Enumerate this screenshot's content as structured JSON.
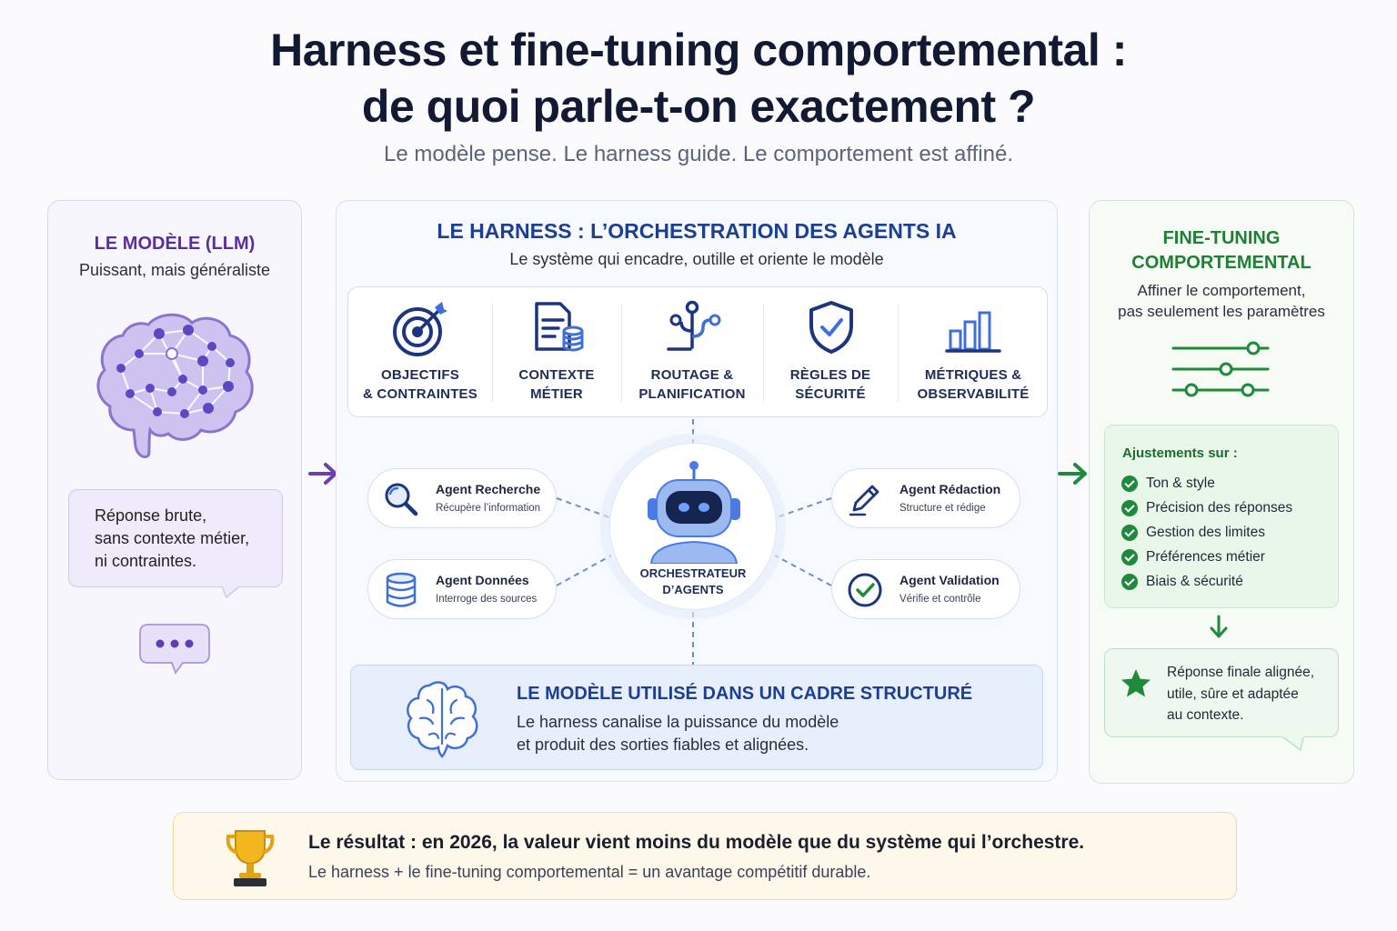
{
  "header": {
    "title_line1": "Harness et fine-tuning comportemental :",
    "title_line2": "de quoi parle-t-on exactement ?",
    "subtitle": "Le modèle pense. Le harness guide. Le comportement est affiné."
  },
  "model_panel": {
    "title": "LE MODÈLE (LLM)",
    "subtitle": "Puissant, mais généraliste",
    "raw_response_lines": [
      "Réponse brute,",
      "sans contexte métier,",
      "ni contraintes."
    ],
    "icons": [
      "brain-network-icon",
      "typing-dots-icon"
    ]
  },
  "harness_panel": {
    "title": "LE HARNESS : L’ORCHESTRATION DES AGENTS IA",
    "subtitle": "Le système qui encadre, outille et oriente le modèle",
    "tools": [
      {
        "icon": "target-icon",
        "line1": "OBJECTIFS",
        "line2": "& CONTRAINTES"
      },
      {
        "icon": "document-database-icon",
        "line1": "CONTEXTE",
        "line2": "MÉTIER"
      },
      {
        "icon": "routing-icon",
        "line1": "ROUTAGE &",
        "line2": "PLANIFICATION"
      },
      {
        "icon": "shield-check-icon",
        "line1": "RÈGLES DE",
        "line2": "SÉCURITÉ"
      },
      {
        "icon": "bar-chart-icon",
        "line1": "MÉTRIQUES &",
        "line2": "OBSERVABILITÉ"
      }
    ],
    "orchestrator": {
      "line1": "ORCHESTRATEUR",
      "line2": "D’AGENTS",
      "icon": "robot-icon"
    },
    "agents": [
      {
        "icon": "search-icon",
        "name": "Agent Recherche",
        "desc": "Récupère l’information"
      },
      {
        "icon": "database-icon",
        "name": "Agent Données",
        "desc": "Interroge des sources"
      },
      {
        "icon": "pencil-icon",
        "name": "Agent Rédaction",
        "desc": "Structure et rédige"
      },
      {
        "icon": "check-circle-icon",
        "name": "Agent Validation",
        "desc": "Vérifie et contrôle"
      }
    ],
    "frame": {
      "title": "LE MODÈLE UTILISÉ DANS UN CADRE STRUCTURÉ",
      "line1": "Le harness canalise la puissance du modèle",
      "line2": "et produit des sorties fiables et alignées."
    }
  },
  "finetuning_panel": {
    "title_line1": "FINE-TUNING",
    "title_line2": "COMPORTEMENTAL",
    "sub_line1": "Affiner le comportement,",
    "sub_line2": "pas seulement les paramètres",
    "adjust_title": "Ajustements sur :",
    "adjustments": [
      "Ton & style",
      "Précision des réponses",
      "Gestion des limites",
      "Préférences métier",
      "Biais & sécurité"
    ],
    "final_lines": [
      "Réponse finale alignée,",
      "utile, sûre et adaptée",
      "au contexte."
    ]
  },
  "banner": {
    "title": "Le résultat : en 2026, la valeur vient moins du modèle que du système qui l’orchestre.",
    "text": "Le harness + le fine-tuning comportemental = un avantage compétitif durable."
  },
  "colors": {
    "purple": "#5b2f9b",
    "blue": "#1c3f94",
    "green": "#1e7f35",
    "gold": "#d9a21b"
  }
}
